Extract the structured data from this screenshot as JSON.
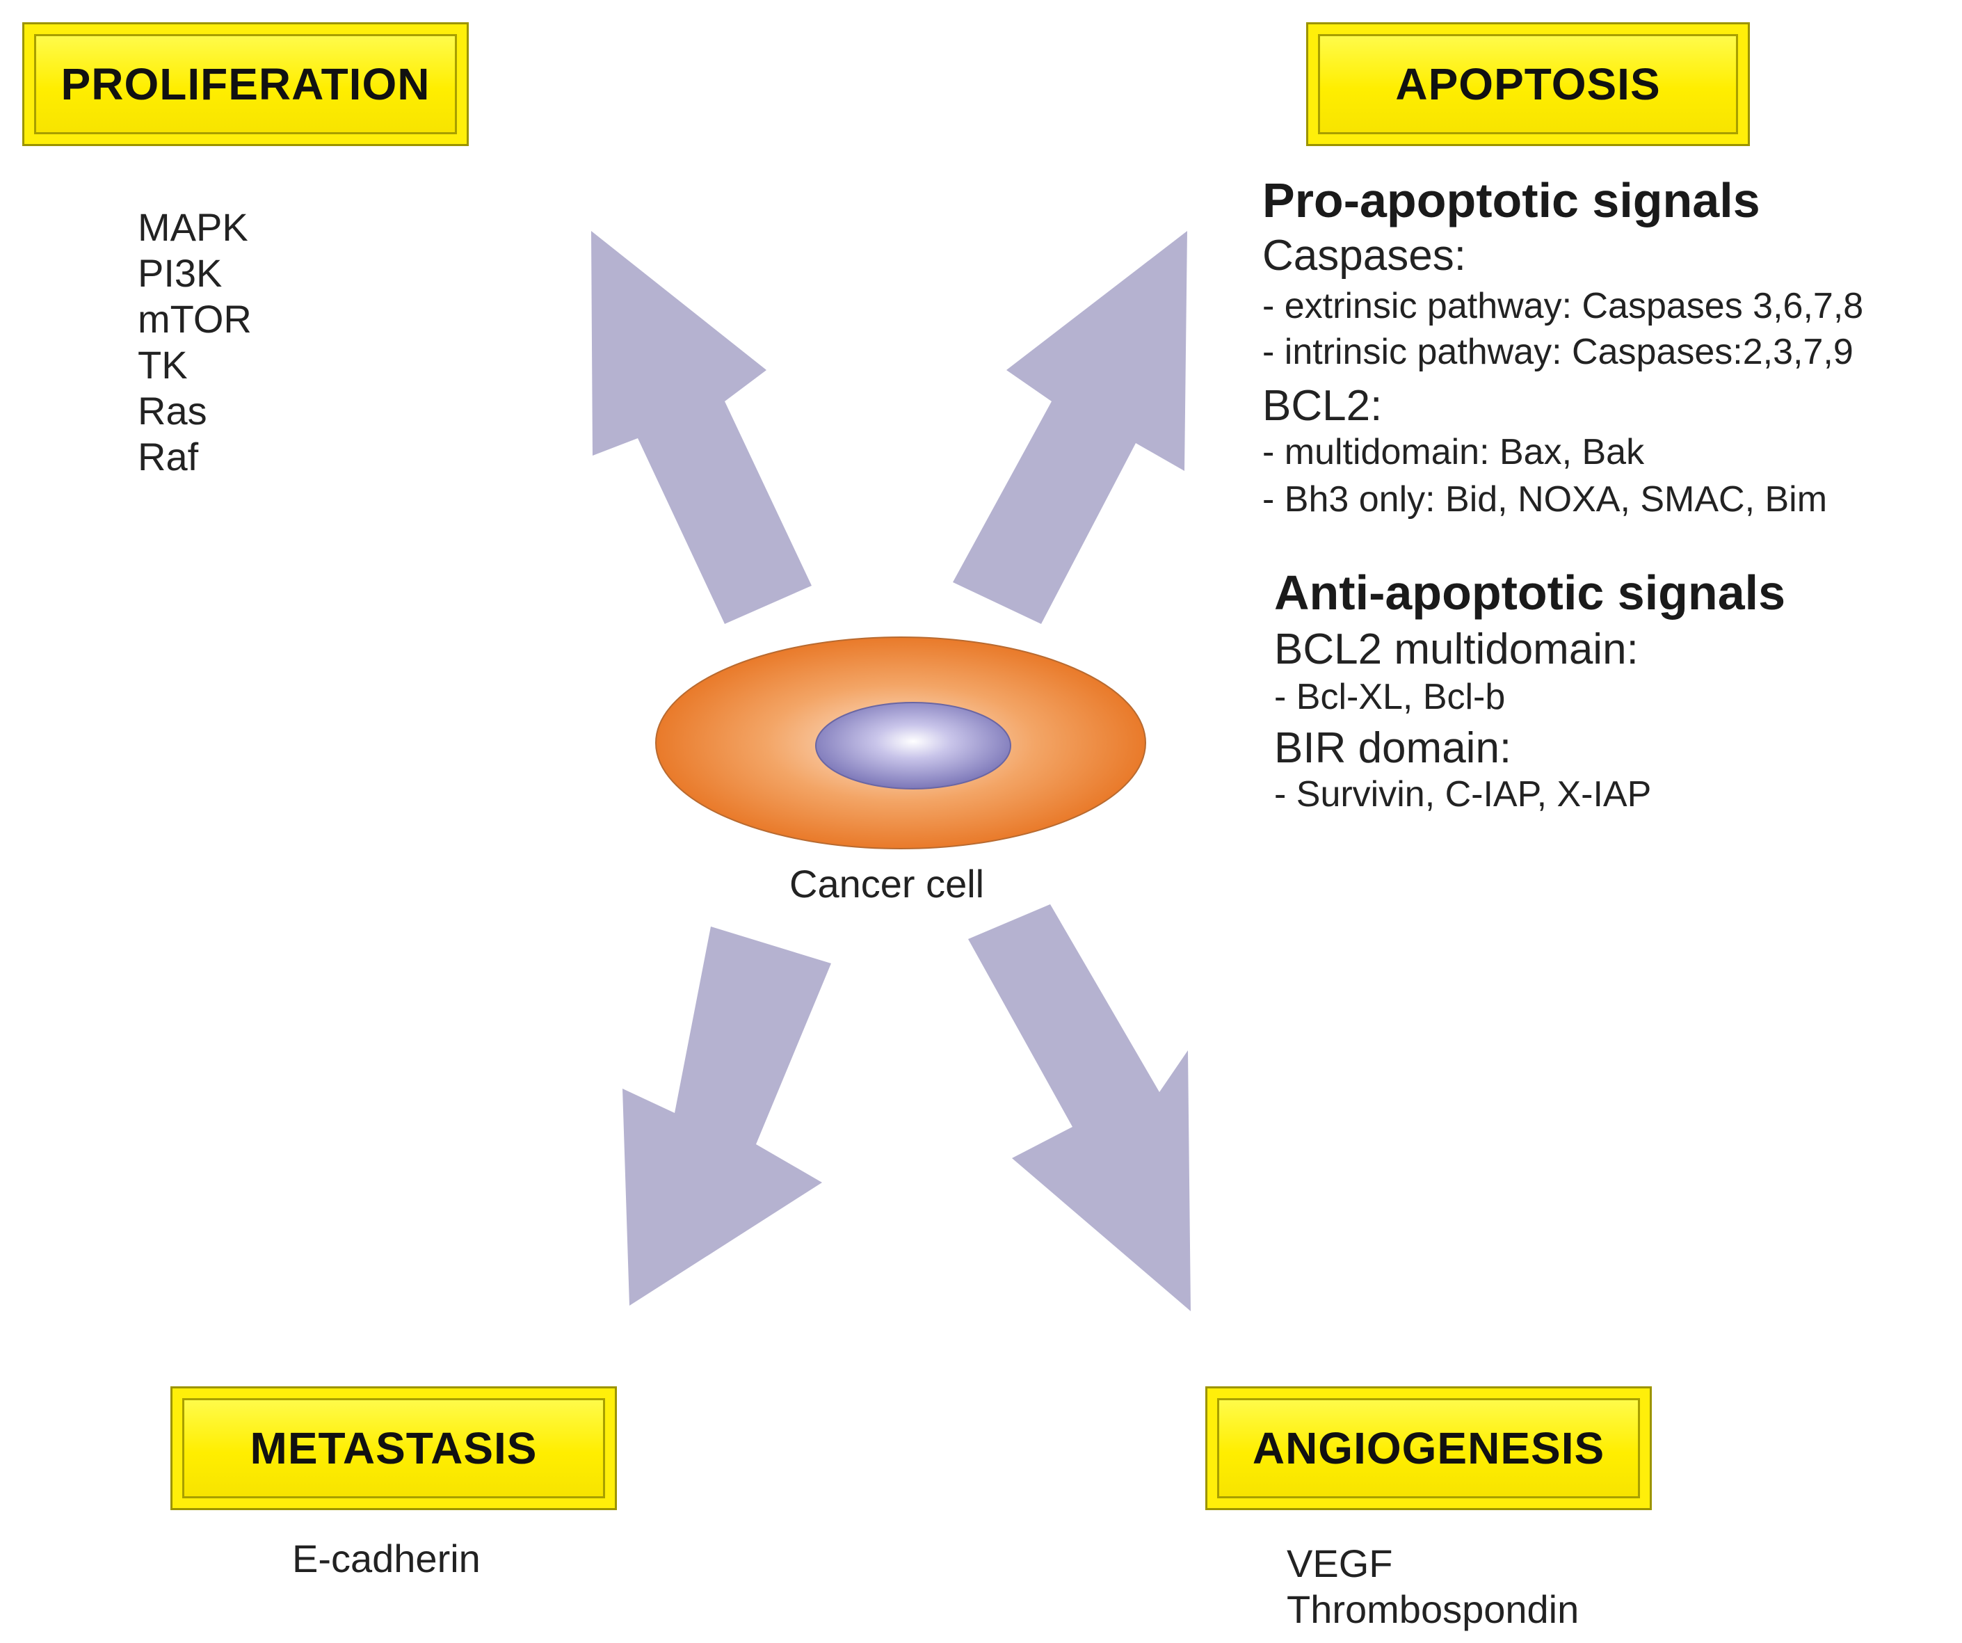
{
  "boxes": {
    "proliferation": "PROLIFERATION",
    "apoptosis": "APOPTOSIS",
    "metastasis": "METASTASIS",
    "angiogenesis": "ANGIOGENESIS"
  },
  "proliferation_items": [
    "MAPK",
    "PI3K",
    "mTOR",
    "TK",
    "Ras",
    "Raf"
  ],
  "pro_apoptotic": {
    "heading": "Pro-apoptotic signals",
    "caspases_label": "Caspases:",
    "extrinsic": "- extrinsic pathway: Caspases 3,6,7,8",
    "intrinsic": "- intrinsic pathway: Caspases:2,3,7,9",
    "bcl2_label": "BCL2:",
    "multidomain": "- multidomain: Bax, Bak",
    "bh3": "- Bh3 only: Bid, NOXA, SMAC, Bim"
  },
  "anti_apoptotic": {
    "heading": "Anti-apoptotic signals",
    "bcl2_multidomain_label": "BCL2 multidomain:",
    "bcl2_items": "- Bcl-XL, Bcl-b",
    "bir_label": "BIR domain:",
    "bir_items": "- Survivin, C-IAP, X-IAP"
  },
  "cell_label": "Cancer cell",
  "metastasis_items": [
    "E-cadherin"
  ],
  "angiogenesis_items": [
    "VEGF",
    "Thrombospondin"
  ],
  "colors": {
    "box_fill": "#ffef0a",
    "arrow_fill": "#b5b2d0",
    "cell_outer": "#ee8a3c",
    "nucleus": "#8f8ac4"
  }
}
